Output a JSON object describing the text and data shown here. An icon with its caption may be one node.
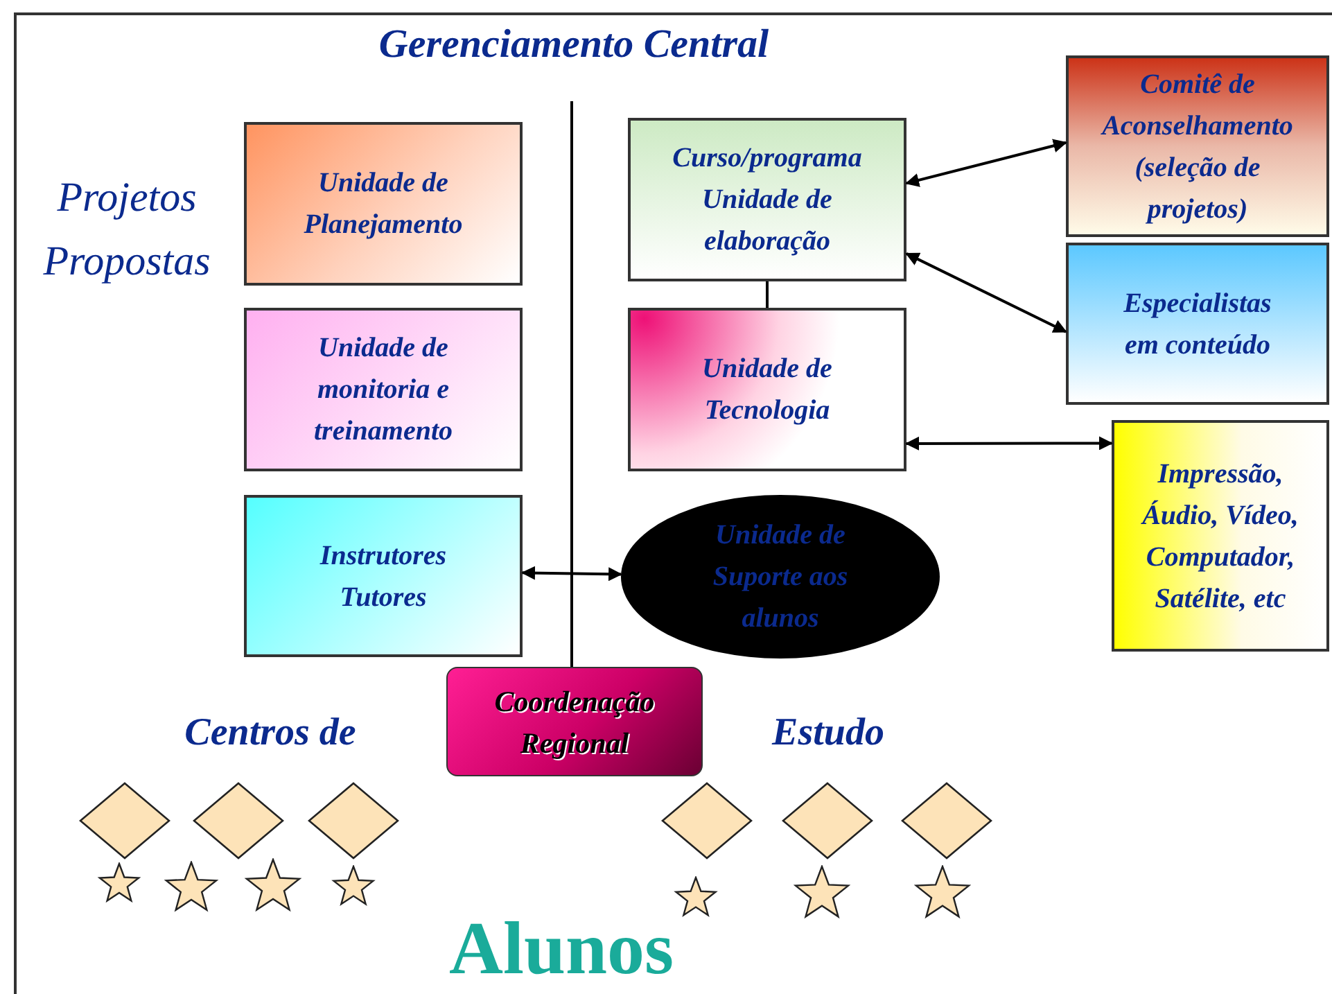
{
  "diagram": {
    "title": "Gerenciamento Central",
    "nodes": [
      {
        "text": [
          "Unidade de Planejamento"
        ]
      },
      {
        "text": [
          "Curso/programa Unidade de elaboração"
        ]
      },
      {
        "text": [
          "Comitê de Aconselhamento (seleção de projetos)"
        ]
      },
      {
        "text": [
          "Unidade de monitoria e treinamento"
        ]
      },
      {
        "text": [
          "Unidade de Tecnologia"
        ]
      },
      {
        "text": [
          "Especialistas em conteúdo"
        ]
      },
      {
        "text": [
          "Impressão, Áudio, Vídeo, Computador, Satélite, etc"
        ]
      },
      {
        "text": [
          "Instrutores Tutores"
        ]
      },
      {
        "text": [
          "Unidade de Suporte aos alunos"
        ]
      },
      {
        "text": [
          "Coordenação Regional"
        ]
      },
      {
        "text": [],
        "shape": "diamond"
      },
      {
        "text": [],
        "shape": "diamond"
      },
      {
        "text": [],
        "shape": "diamond"
      },
      {
        "text": [],
        "shape": "diamond"
      },
      {
        "text": [],
        "shape": "diamond"
      },
      {
        "text": [],
        "shape": "diamond"
      },
      {
        "text": [],
        "shape": "star"
      },
      {
        "text": [],
        "shape": "star"
      },
      {
        "text": [],
        "shape": "star"
      },
      {
        "text": [],
        "shape": "star"
      },
      {
        "text": [],
        "shape": "star"
      },
      {
        "text": [],
        "shape": "star"
      },
      {
        "text": [],
        "shape": "star"
      }
    ],
    "edges": [
      {
        "from": 1,
        "to": 2,
        "arrow": "both"
      },
      {
        "from": 1,
        "to": 5,
        "arrow": "both"
      },
      {
        "from": 1,
        "to": 4,
        "arrow": "none"
      },
      {
        "from": 4,
        "to": 6,
        "arrow": "both"
      },
      {
        "from": 7,
        "to": 8,
        "arrow": "both"
      },
      {
        "from": null,
        "to": 9,
        "arrow": "none"
      }
    ],
    "labels": [
      "Projetos Propostas",
      "Centros de",
      "Estudo",
      "Alunos"
    ]
  }
}
